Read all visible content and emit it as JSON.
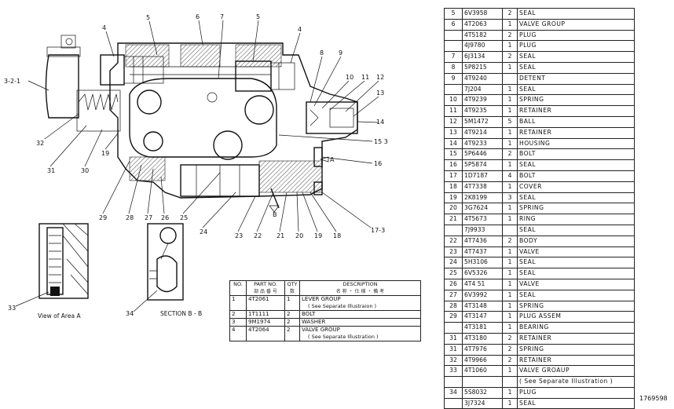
{
  "figure_number": "1769598",
  "callouts": {
    "c321": "3-2-1",
    "c4a": "4",
    "c5a": "5",
    "c6": "6",
    "c7": "7",
    "c5b": "5",
    "c4b": "4",
    "c8": "8",
    "c9": "9",
    "c10": "10",
    "c11": "11",
    "c12": "12",
    "c13": "13",
    "c14": "14",
    "c153": "15 3",
    "c16": "16",
    "c173": "17-3",
    "c18": "18",
    "c19a": "19",
    "c20": "20",
    "c21": "21",
    "c22": "22",
    "c23": "23",
    "c24": "24",
    "c25": "25",
    "c26": "26",
    "c27": "27",
    "c28": "28",
    "c29": "29",
    "c19b": "19",
    "c30": "30",
    "c31": "31",
    "c32": "32",
    "c33": "33",
    "c34": "34",
    "cA": "A",
    "cB": "B"
  },
  "captions": {
    "view_a": "View of Area A",
    "section_bb": "SECTION B - B"
  },
  "left_table": {
    "headers": {
      "ref": "NO.",
      "part": "PART NO.",
      "part_sub": "部 品 番 号",
      "qty": "QTY",
      "qty_sub": "数",
      "desc": "DESCRIPTION",
      "desc_sub": "名 称 ・ 仕 様 ・ 備 考"
    },
    "rows": [
      {
        "ref": "1",
        "part": "4T2061",
        "qty": "1",
        "desc": "LEVER GROUP",
        "note": "( See Separate Illustraion )"
      },
      {
        "ref": "2",
        "part": "1T1111",
        "qty": "2",
        "desc": "BOLT",
        "note": ""
      },
      {
        "ref": "3",
        "part": "9M1974",
        "qty": "2",
        "desc": "WASHER",
        "note": ""
      },
      {
        "ref": "4",
        "part": "4T2064",
        "qty": "2",
        "desc": "VALVE GROUP",
        "note": "( See Separate Illustration )"
      }
    ]
  },
  "right_list": {
    "rows": [
      {
        "ref": "5",
        "part": "6V3958",
        "qty": "2",
        "desc": "SEAL"
      },
      {
        "ref": "6",
        "part": "4T2063",
        "qty": "1",
        "desc": "VALVE GROUP"
      },
      {
        "ref": "",
        "part": "4T5182",
        "qty": "2",
        "desc": "PLUG",
        "indent": true
      },
      {
        "ref": "",
        "part": "4J9780",
        "qty": "1",
        "desc": "PLUG",
        "indent": true
      },
      {
        "ref": "7",
        "part": "6J3134",
        "qty": "2",
        "desc": "SEAL"
      },
      {
        "ref": "8",
        "part": "5P8215",
        "qty": "1",
        "desc": "SEAL"
      },
      {
        "ref": "9",
        "part": "4T9240",
        "qty": "",
        "desc": "DETENT"
      },
      {
        "ref": "",
        "part": "7J204",
        "qty": "1",
        "desc": "SEAL"
      },
      {
        "ref": "10",
        "part": "4T9239",
        "qty": "1",
        "desc": "SPRING"
      },
      {
        "ref": "11",
        "part": "4T9235",
        "qty": "1",
        "desc": "RETAINER"
      },
      {
        "ref": "12",
        "part": "5M1472",
        "qty": "5",
        "desc": "BALL"
      },
      {
        "ref": "13",
        "part": "4T9214",
        "qty": "1",
        "desc": "RETAINER"
      },
      {
        "ref": "14",
        "part": "4T9233",
        "qty": "1",
        "desc": "HOUSING"
      },
      {
        "ref": "15",
        "part": "5P6446",
        "qty": "2",
        "desc": "BOLT"
      },
      {
        "ref": "16",
        "part": "5P5874",
        "qty": "1",
        "desc": "SEAL"
      },
      {
        "ref": "17",
        "part": "1D7187",
        "qty": "4",
        "desc": "BOLT"
      },
      {
        "ref": "18",
        "part": "4T7338",
        "qty": "1",
        "desc": "COVER"
      },
      {
        "ref": "19",
        "part": "2K8199",
        "qty": "3",
        "desc": "SEAL"
      },
      {
        "ref": "20",
        "part": "3G7624",
        "qty": "1",
        "desc": "SPRING"
      },
      {
        "ref": "21",
        "part": "4T5673",
        "qty": "1",
        "desc": "RING"
      },
      {
        "ref": "",
        "part": "7J9933",
        "qty": "",
        "desc": "SEAL"
      },
      {
        "ref": "22",
        "part": "4T7436",
        "qty": "2",
        "desc": "BODY"
      },
      {
        "ref": "23",
        "part": "4T7437",
        "qty": "1",
        "desc": "VALVE"
      },
      {
        "ref": "24",
        "part": "5H3106",
        "qty": "1",
        "desc": "SEAL"
      },
      {
        "ref": "25",
        "part": "6V5326",
        "qty": "1",
        "desc": "SEAL"
      },
      {
        "ref": "26",
        "part": "4T4 51",
        "qty": "1",
        "desc": "VALVE"
      },
      {
        "ref": "27",
        "part": "6V3992",
        "qty": "1",
        "desc": "SEAL"
      },
      {
        "ref": "28",
        "part": "4T3148",
        "qty": "1",
        "desc": "SPRING"
      },
      {
        "ref": "29",
        "part": "4T3147",
        "qty": "1",
        "desc": "PLUG ASSEM"
      },
      {
        "ref": "",
        "part": "4T3181",
        "qty": "1",
        "desc": "BEARING",
        "indent": true
      },
      {
        "ref": "31",
        "part": "4T3180",
        "qty": "2",
        "desc": "RETAINER"
      },
      {
        "ref": "31",
        "part": "4T7976",
        "qty": "2",
        "desc": "SPRING"
      },
      {
        "ref": "32",
        "part": "4T9966",
        "qty": "2",
        "desc": "RETAINER"
      },
      {
        "ref": "33",
        "part": "4T1060",
        "qty": "1",
        "desc": "VALVE GROAUP"
      },
      {
        "ref": "",
        "part": "",
        "qty": "",
        "desc": "( See Separate Illustration )",
        "indent": true
      },
      {
        "ref": "34",
        "part": "5S8032",
        "qty": "1",
        "desc": "PLUG"
      },
      {
        "ref": "",
        "part": "3J7324",
        "qty": "1",
        "desc": "SEAL"
      }
    ]
  }
}
